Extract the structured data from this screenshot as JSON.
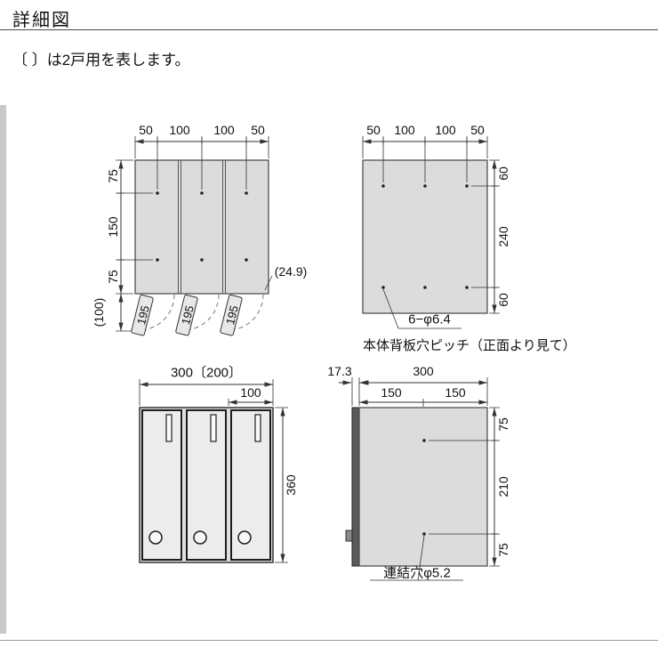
{
  "page": {
    "title": "詳細図",
    "note": "〔 〕は2戸用を表します。"
  },
  "front_open_view": {
    "top_dims": [
      "50",
      "100",
      "100",
      "50"
    ],
    "left_dims": [
      "75",
      "150",
      "75"
    ],
    "open_door_dim": "(100)",
    "door_depth_labels": [
      "195",
      "195",
      "195"
    ],
    "panel_thickness_note": "(24.9)"
  },
  "back_view": {
    "top_dims": [
      "50",
      "100",
      "100",
      "50"
    ],
    "right_dims": [
      "60",
      "240",
      "60"
    ],
    "hole_note": "6−φ6.4",
    "caption": "本体背板穴ピッチ（正面より見て）"
  },
  "front_view": {
    "width_dim": "300〔200〕",
    "door_width_dim": "100",
    "height_dim": "360"
  },
  "side_view": {
    "depth_dim": "17.3",
    "width_dim": "300",
    "half_width_dims": [
      "150",
      "150"
    ],
    "right_dims": [
      "75",
      "210",
      "75"
    ],
    "hole_note": "連結穴φ5.2"
  },
  "colors": {
    "panel_fill": "#dcdcdc",
    "door_fill": "#ececec",
    "line": "#333333",
    "accent_bar": "#c9c9c9"
  }
}
